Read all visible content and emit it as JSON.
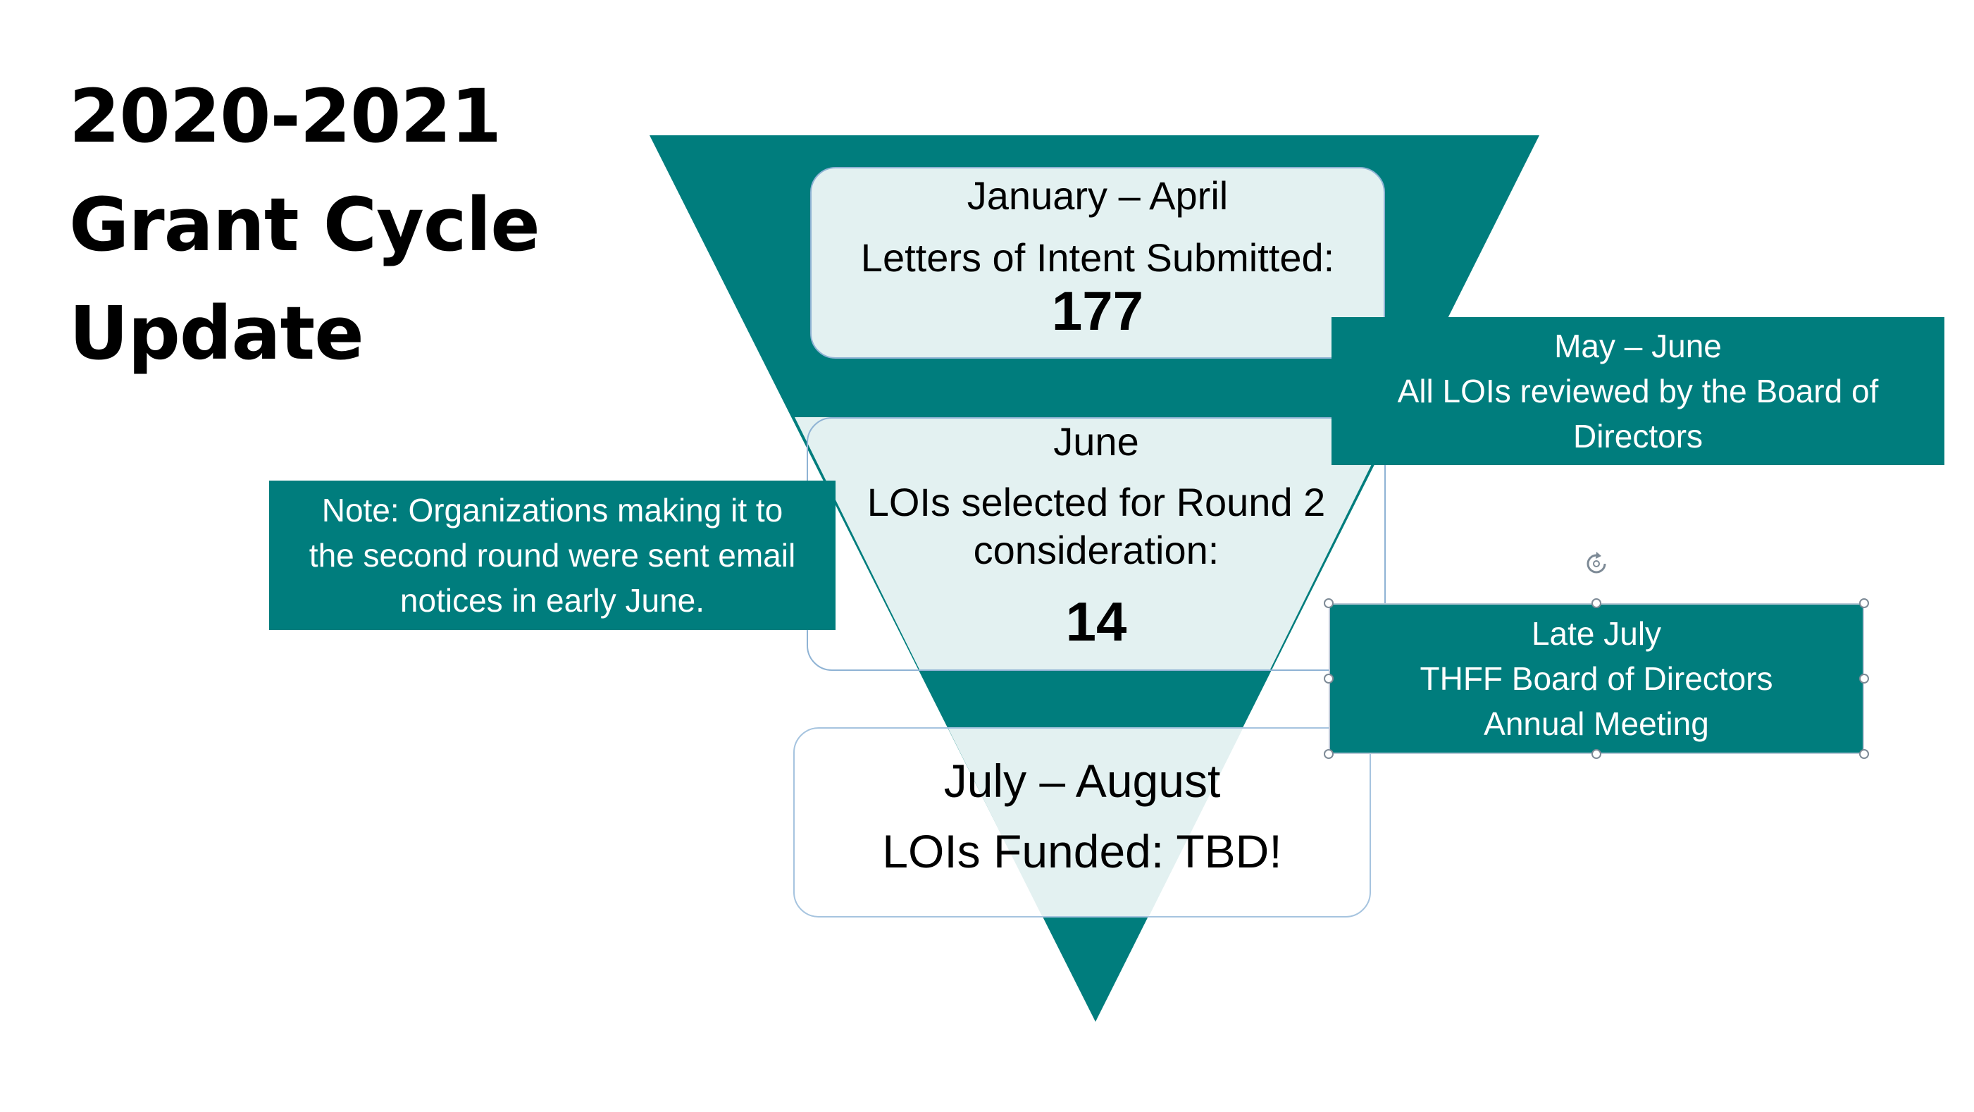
{
  "title": {
    "line1": "2020-2021",
    "line2": "Grant Cycle",
    "line3": "Update"
  },
  "colors": {
    "teal": "#007d7d",
    "light_teal": "#e3f1f1",
    "box_border": "#8fb3d4"
  },
  "funnel": {
    "stages": [
      {
        "period": "January – April",
        "description": "Letters of Intent Submitted:",
        "count": "177"
      },
      {
        "period": "June",
        "description_line1": "LOIs selected for Round 2",
        "description_line2": "consideration:",
        "count": "14"
      },
      {
        "period": "July – August",
        "description": "LOIs Funded: TBD!"
      }
    ]
  },
  "callouts": {
    "review": {
      "line1": "May – June",
      "line2": "All LOIs reviewed by the Board of",
      "line3": "Directors"
    },
    "note": {
      "line1": "Note: Organizations making it to",
      "line2": "the second round were sent email",
      "line3": "notices in early June."
    },
    "meeting": {
      "line1": "Late July",
      "line2": "THFF Board of Directors",
      "line3": "Annual Meeting"
    }
  },
  "icons": {
    "rotate_handle": "rotate-handle-icon"
  }
}
